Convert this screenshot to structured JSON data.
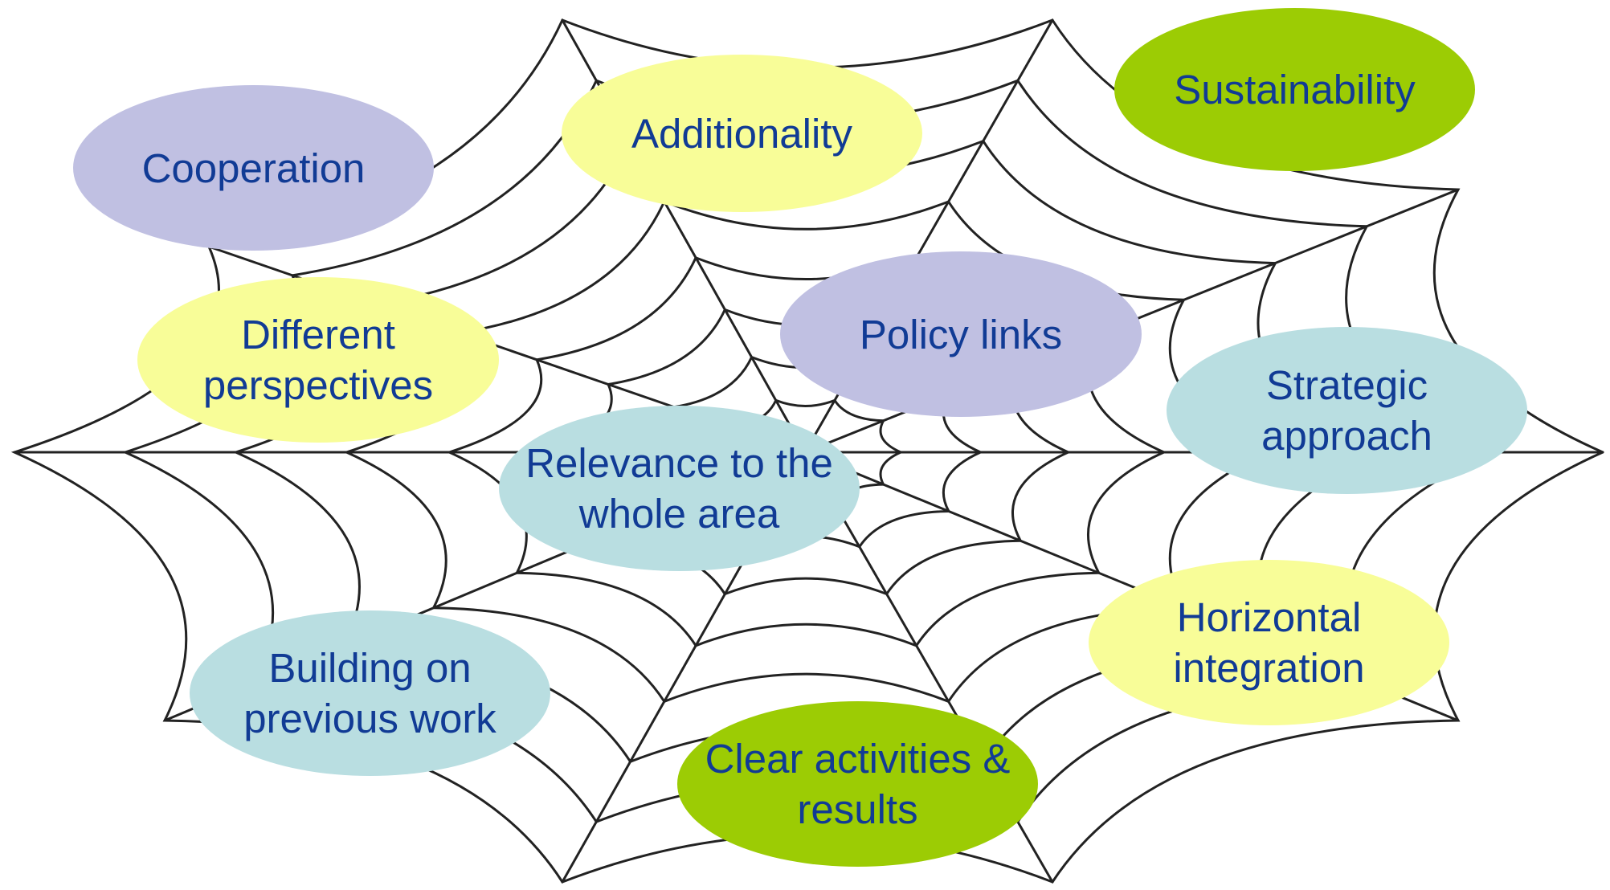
{
  "diagram": {
    "nodes": [
      {
        "id": "cooperation",
        "lines": [
          "Cooperation"
        ],
        "color": "#c0c0e2"
      },
      {
        "id": "additionality",
        "lines": [
          "Additionality"
        ],
        "color": "#f8fd98"
      },
      {
        "id": "sustainability",
        "lines": [
          "Sustainability"
        ],
        "color": "#9ccc04"
      },
      {
        "id": "different-perspectives",
        "lines": [
          "Different",
          "perspectives"
        ],
        "color": "#f8fd98"
      },
      {
        "id": "policy-links",
        "lines": [
          "Policy links"
        ],
        "color": "#c0c0e2"
      },
      {
        "id": "strategic-approach",
        "lines": [
          "Strategic",
          "approach"
        ],
        "color": "#b9dee1"
      },
      {
        "id": "relevance",
        "lines": [
          "Relevance to the",
          "whole area"
        ],
        "color": "#b9dee1"
      },
      {
        "id": "horizontal-integration",
        "lines": [
          "Horizontal",
          "integration"
        ],
        "color": "#f8fd98"
      },
      {
        "id": "building",
        "lines": [
          "Building on",
          "previous work"
        ],
        "color": "#b9dee1"
      },
      {
        "id": "clear-activities",
        "lines": [
          "Clear activities &",
          "results"
        ],
        "color": "#9ccc04"
      }
    ],
    "text_color": "#113b95",
    "background_motif": "spider-web"
  }
}
